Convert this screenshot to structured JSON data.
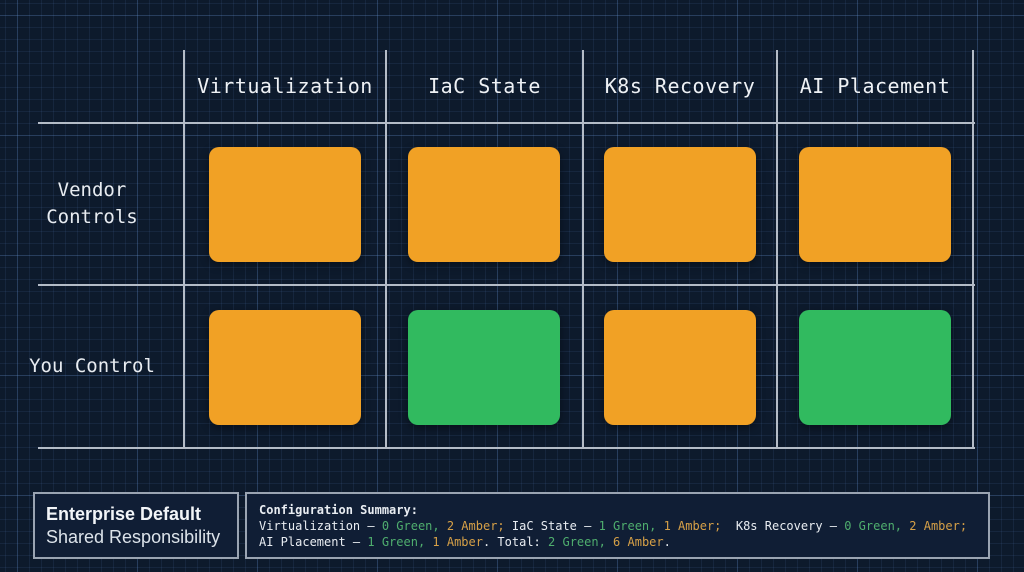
{
  "matrix": {
    "columns": [
      "Virtualization",
      "IaC State",
      "K8s Recovery",
      "AI Placement"
    ],
    "rows": [
      {
        "label": "Vendor Controls",
        "cells": [
          "amber",
          "amber",
          "amber",
          "amber"
        ]
      },
      {
        "label": "You Control",
        "cells": [
          "amber",
          "green",
          "amber",
          "green"
        ]
      }
    ],
    "cell_colors": {
      "amber": "#f1a125",
      "green": "#31ba5f"
    }
  },
  "legend": {
    "title": "Enterprise Default",
    "subtitle": "Shared Responsibility"
  },
  "summary": {
    "title": "Configuration Summary:",
    "text_colors": {
      "white": "#e9edf2",
      "green": "#4fae6e",
      "amber": "#d6a047"
    },
    "lines": [
      [
        {
          "text": "Virtualization – ",
          "color": "white"
        },
        {
          "text": "0 Green,",
          "color": "green"
        },
        {
          "text": " ",
          "color": "white"
        },
        {
          "text": "2 Amber;",
          "color": "amber"
        },
        {
          "text": " IaC State – ",
          "color": "white"
        },
        {
          "text": "1 Green,",
          "color": "green"
        },
        {
          "text": " ",
          "color": "white"
        },
        {
          "text": "1 Amber;",
          "color": "amber"
        },
        {
          "text": "  K8s Recovery – ",
          "color": "white"
        },
        {
          "text": "0 Green,",
          "color": "green"
        },
        {
          "text": " ",
          "color": "white"
        },
        {
          "text": "2 Amber;",
          "color": "amber"
        }
      ],
      [
        {
          "text": "AI Placement – ",
          "color": "white"
        },
        {
          "text": "1 Green,",
          "color": "green"
        },
        {
          "text": " ",
          "color": "white"
        },
        {
          "text": "1 Amber",
          "color": "amber"
        },
        {
          "text": ". Total: ",
          "color": "white"
        },
        {
          "text": "2 Green,",
          "color": "green"
        },
        {
          "text": " ",
          "color": "white"
        },
        {
          "text": "6 Amber",
          "color": "amber"
        },
        {
          "text": ".",
          "color": "white"
        }
      ]
    ]
  }
}
